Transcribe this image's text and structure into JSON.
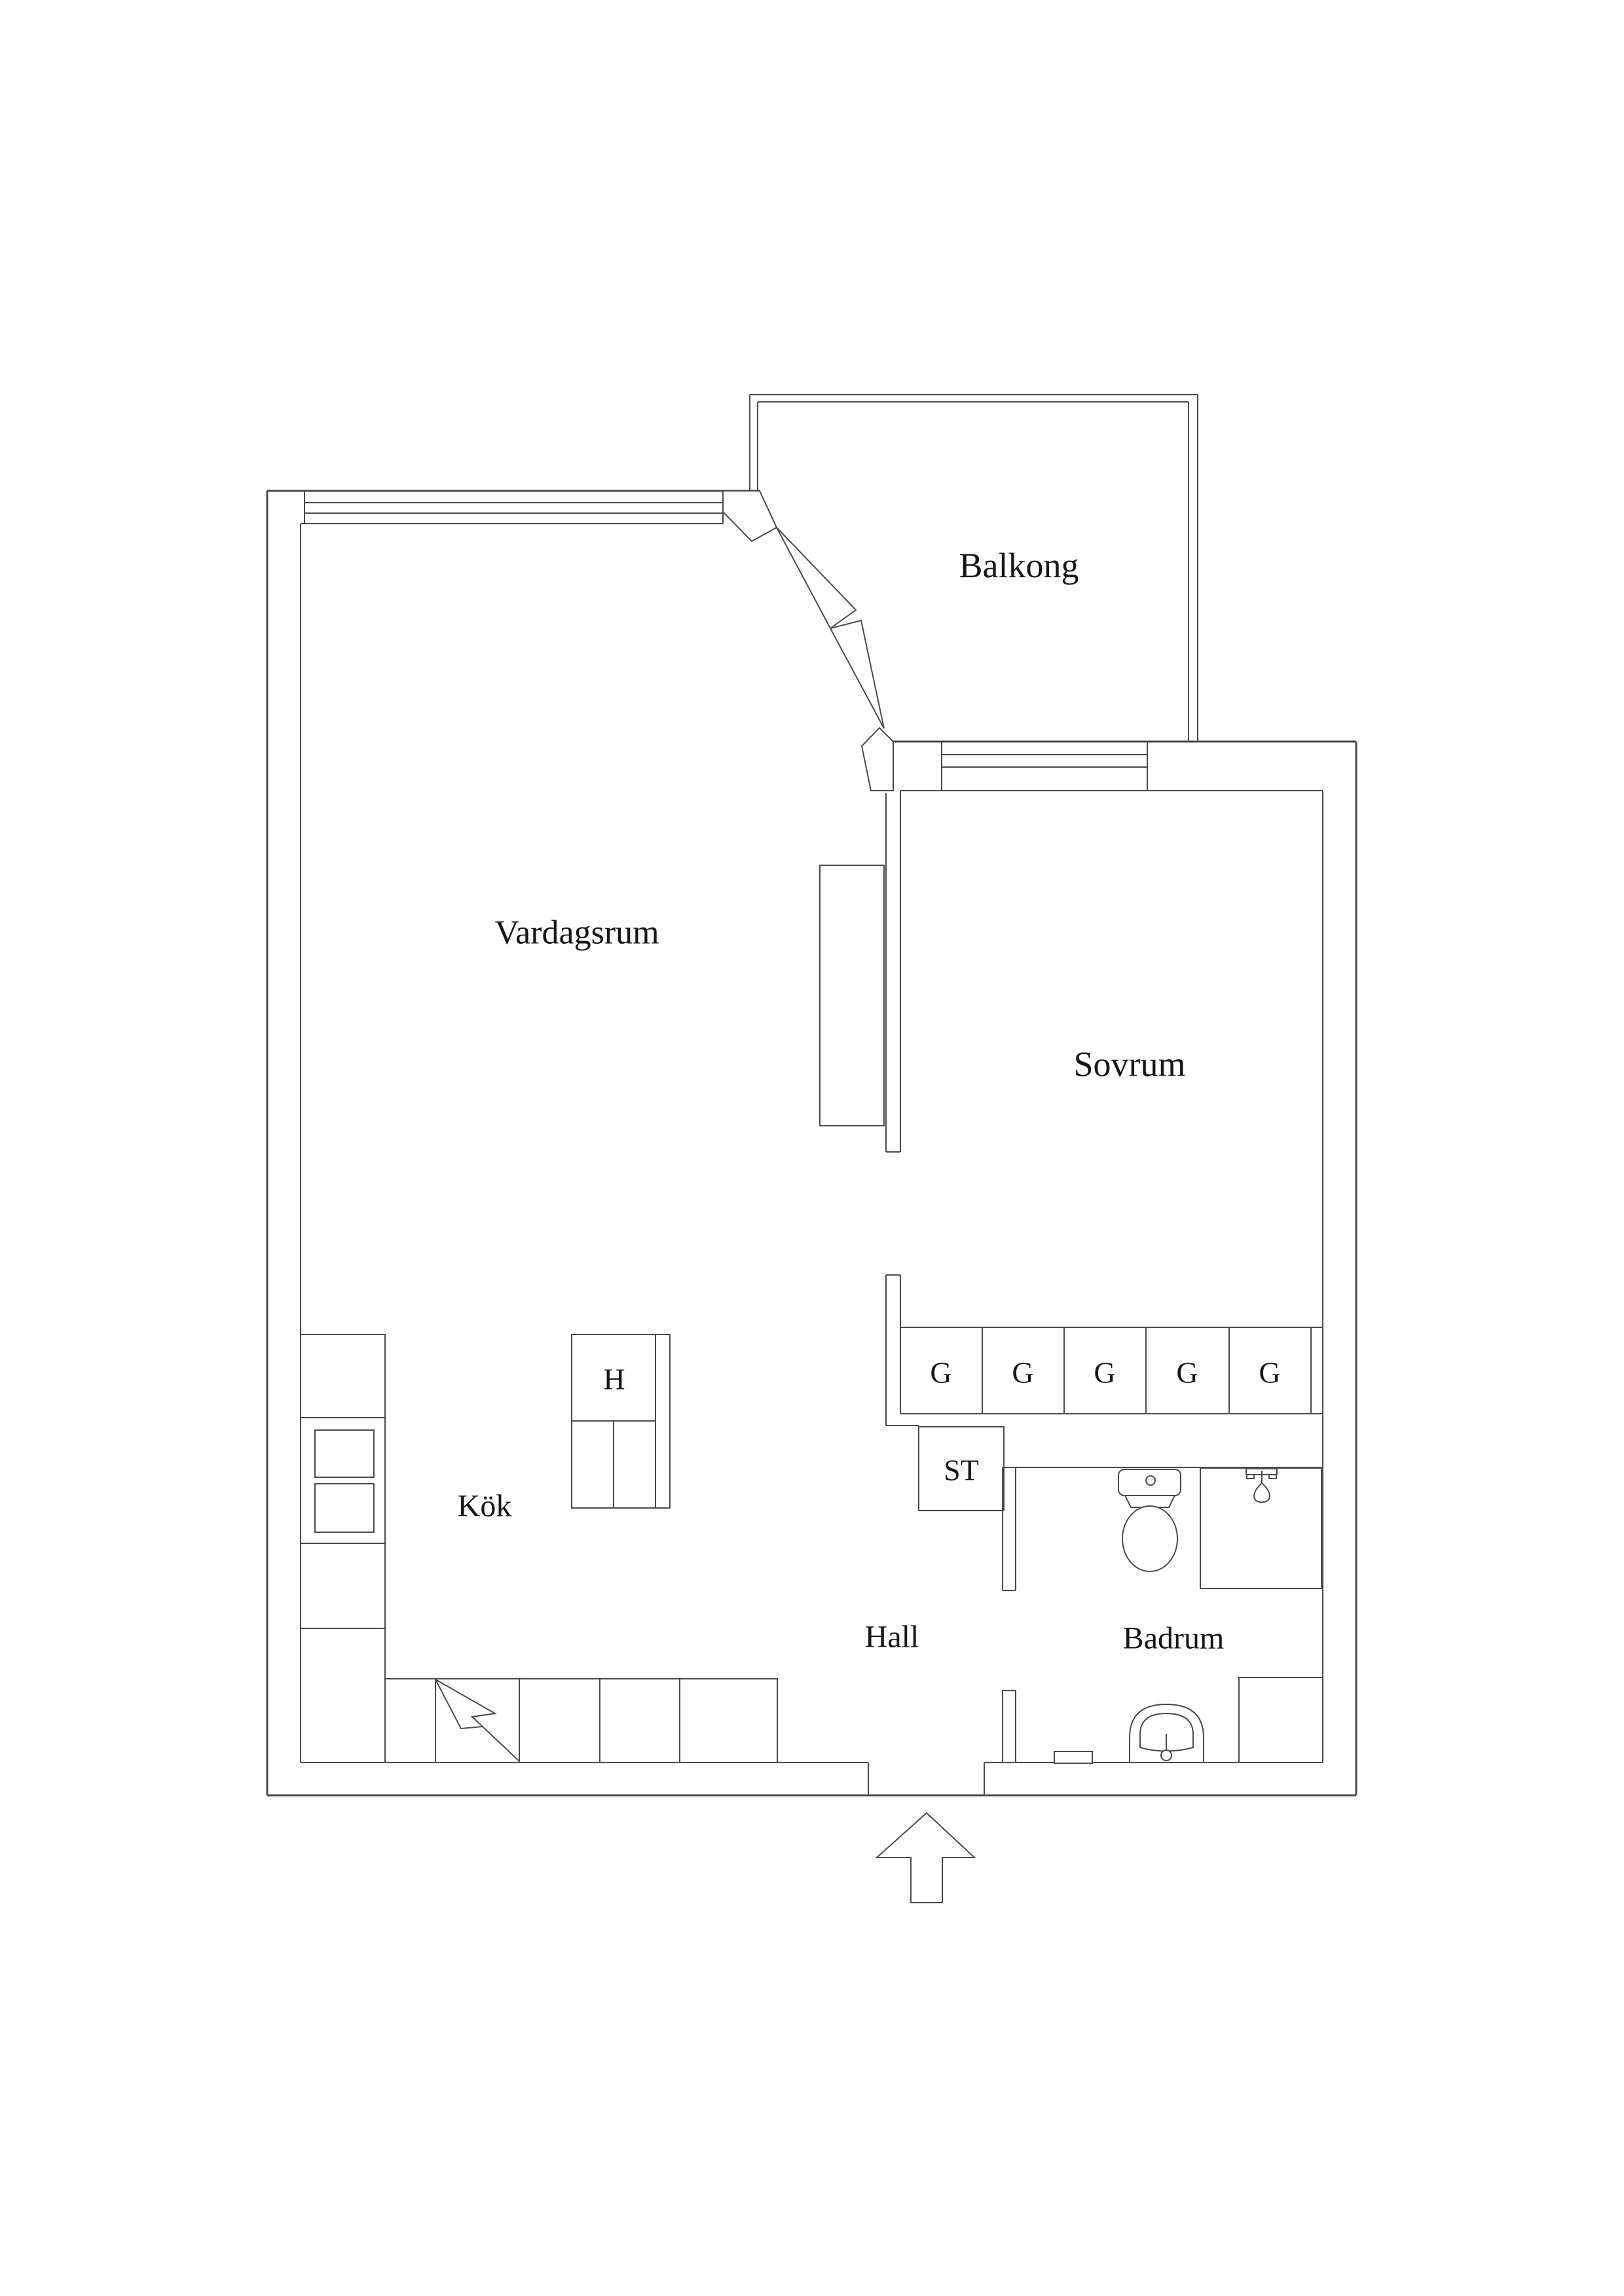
{
  "plan": {
    "type": "apartment-floor-plan",
    "language": "sv",
    "rooms": {
      "balkong": "Balkong",
      "vardagsrum": "Vardagsrum",
      "sovrum": "Sovrum",
      "kok": "Kök",
      "hall": "Hall",
      "badrum": "Badrum"
    },
    "closets": {
      "st": "ST",
      "h": "H",
      "g": "G"
    },
    "wardrobe_count": 5,
    "icons": [
      "entrance-arrow-icon",
      "lightning-bolt-icon",
      "toilet-icon",
      "washbasin-icon",
      "faucet-icon"
    ],
    "colors": {
      "line": "#4a4a4a",
      "text": "#161616",
      "background": "#ffffff"
    }
  }
}
